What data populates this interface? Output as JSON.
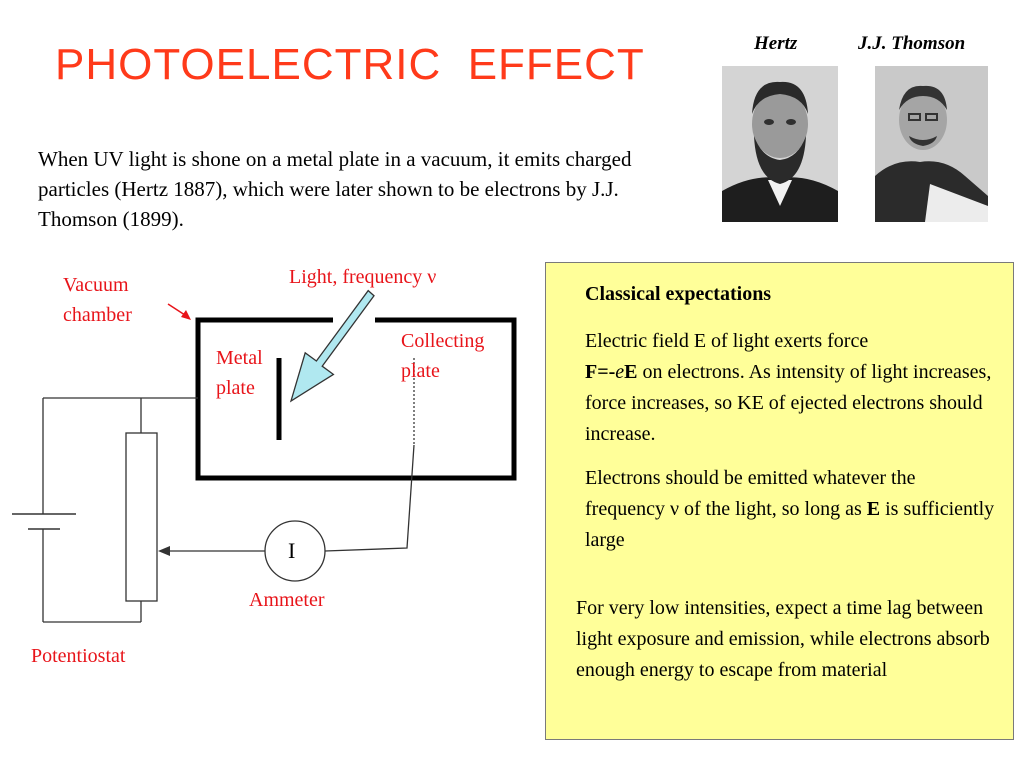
{
  "slide": {
    "title": "PHOTOELECTRIC  EFFECT",
    "intro": "When UV light is shone on a metal plate in a vacuum, it emits charged particles (Hertz 1887), which were later shown to be electrons by J.J. Thomson (1899).",
    "portraits": [
      {
        "label": "Hertz"
      },
      {
        "label": "J.J. Thomson"
      }
    ]
  },
  "diagram": {
    "vacuum_label_line1": "Vacuum",
    "vacuum_label_line2": "chamber",
    "light_label": "Light, frequency ν",
    "metal_line1": "Metal",
    "metal_line2": "plate",
    "collecting_line1": "Collecting",
    "collecting_line2": "plate",
    "ammeter_symbol": "I",
    "ammeter_label": "Ammeter",
    "potentiostat_label": "Potentiostat",
    "colors": {
      "label_red": "#e8141a",
      "arrow_fill": "#b0e8f0",
      "box_fill": "#ffff99",
      "title": "#ff3a1a"
    }
  },
  "classical": {
    "heading": "Classical expectations",
    "p1_start": "Electric field E of light exerts force",
    "p1_F": "F",
    "p1_eq": "=-",
    "p1_e": "e",
    "p1_E": "E",
    "p1_rest": " on electrons. As intensity of light increases, force increases, so KE of ejected electrons should increase.",
    "p2_start": "Electrons should be emitted whatever the frequency ν of the light, so long as ",
    "p2_E": "E",
    "p2_rest": " is sufficiently large",
    "p3": "For very low intensities, expect a time lag between light exposure and emission, while electrons absorb enough energy to escape from material"
  }
}
